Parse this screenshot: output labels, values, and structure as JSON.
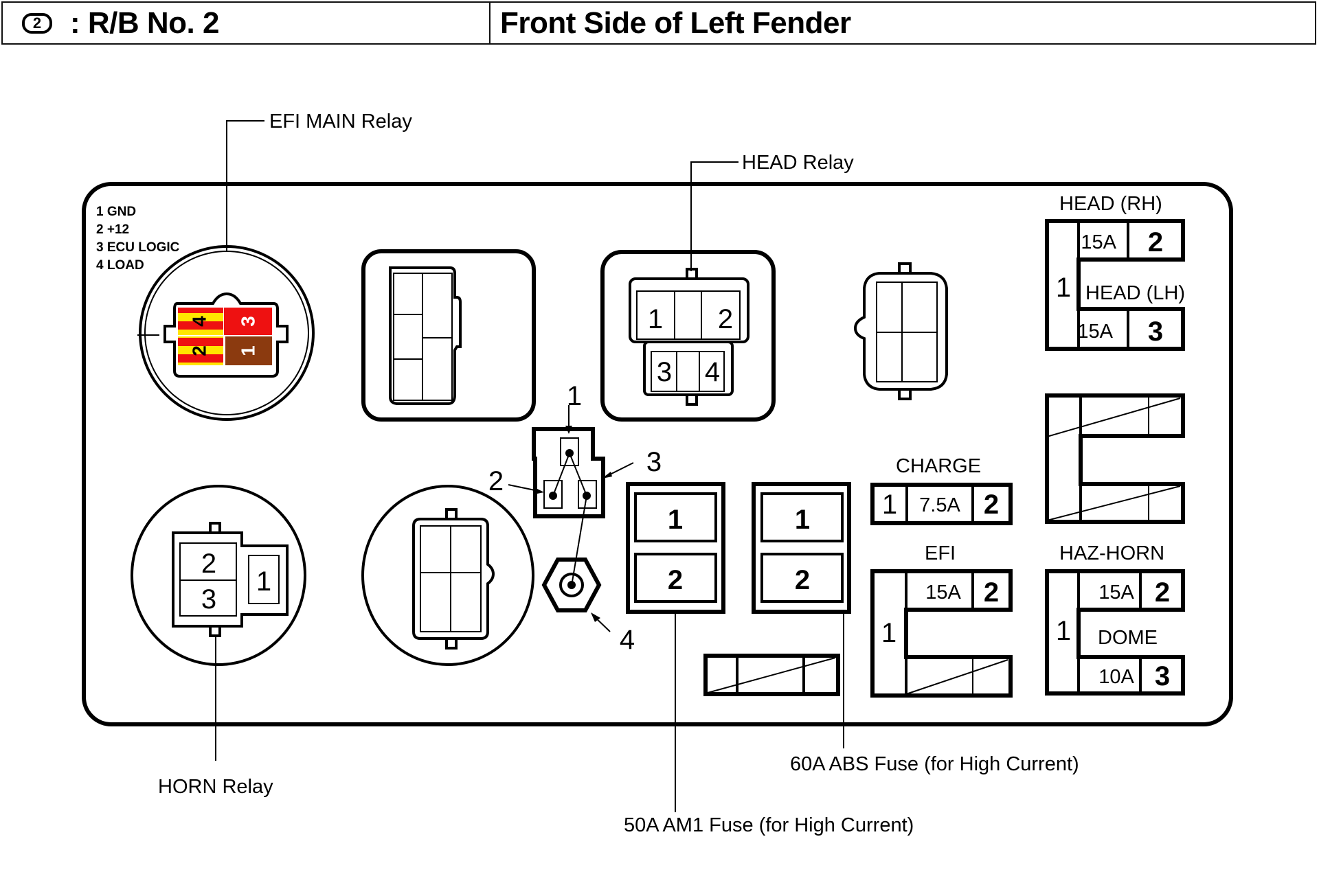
{
  "header": {
    "badge_number": "2",
    "code": ": R/B No. 2",
    "location": "Front Side of Left Fender"
  },
  "callouts": {
    "efi_main_relay": "EFI MAIN Relay",
    "head_relay": "HEAD Relay",
    "horn_relay": "HORN Relay",
    "abs_fuse": "60A ABS Fuse (for High Current)",
    "am1_fuse": "50A AM1 Fuse (for High Current)"
  },
  "efi_main_legend": [
    "1 GND",
    "2 +12",
    "3 ECU LOGIC",
    "4 LOAD"
  ],
  "efi_main_pins": {
    "pin1": {
      "label": "1",
      "color": "#8B3A0F"
    },
    "pin2": {
      "label": "2",
      "color": "stripe"
    },
    "pin3": {
      "label": "3",
      "color": "#EE1111"
    },
    "pin4": {
      "label": "4",
      "color": "stripe"
    },
    "stripe_colors": [
      "#FFE600",
      "#EE1111"
    ]
  },
  "head_relay_pins": [
    "1",
    "2",
    "3",
    "4"
  ],
  "horn_relay_pins": [
    "2",
    "3",
    "1"
  ],
  "sensor_pins": [
    "1",
    "2",
    "3",
    "4"
  ],
  "fusible_links": {
    "am1": [
      "1",
      "2"
    ],
    "abs": [
      "1",
      "2"
    ]
  },
  "fuses": {
    "head_rh": {
      "name": "HEAD (RH)",
      "rating": "15A",
      "pin_out": "2"
    },
    "head_lh": {
      "name": "HEAD (LH)",
      "rating": "15A",
      "pin_out": "3"
    },
    "head_common_pin": "1",
    "charge": {
      "name": "CHARGE",
      "rating": "7.5A",
      "pin_in": "1",
      "pin_out": "2"
    },
    "efi": {
      "name": "EFI",
      "rating": "15A",
      "pin_in": "1",
      "pin_out": "2"
    },
    "haz_horn": {
      "name": "HAZ-HORN",
      "rating": "15A",
      "pin_out": "2"
    },
    "dome": {
      "name": "DOME",
      "rating": "10A",
      "pin_out": "3"
    },
    "haz_dome_common_pin": "1"
  }
}
